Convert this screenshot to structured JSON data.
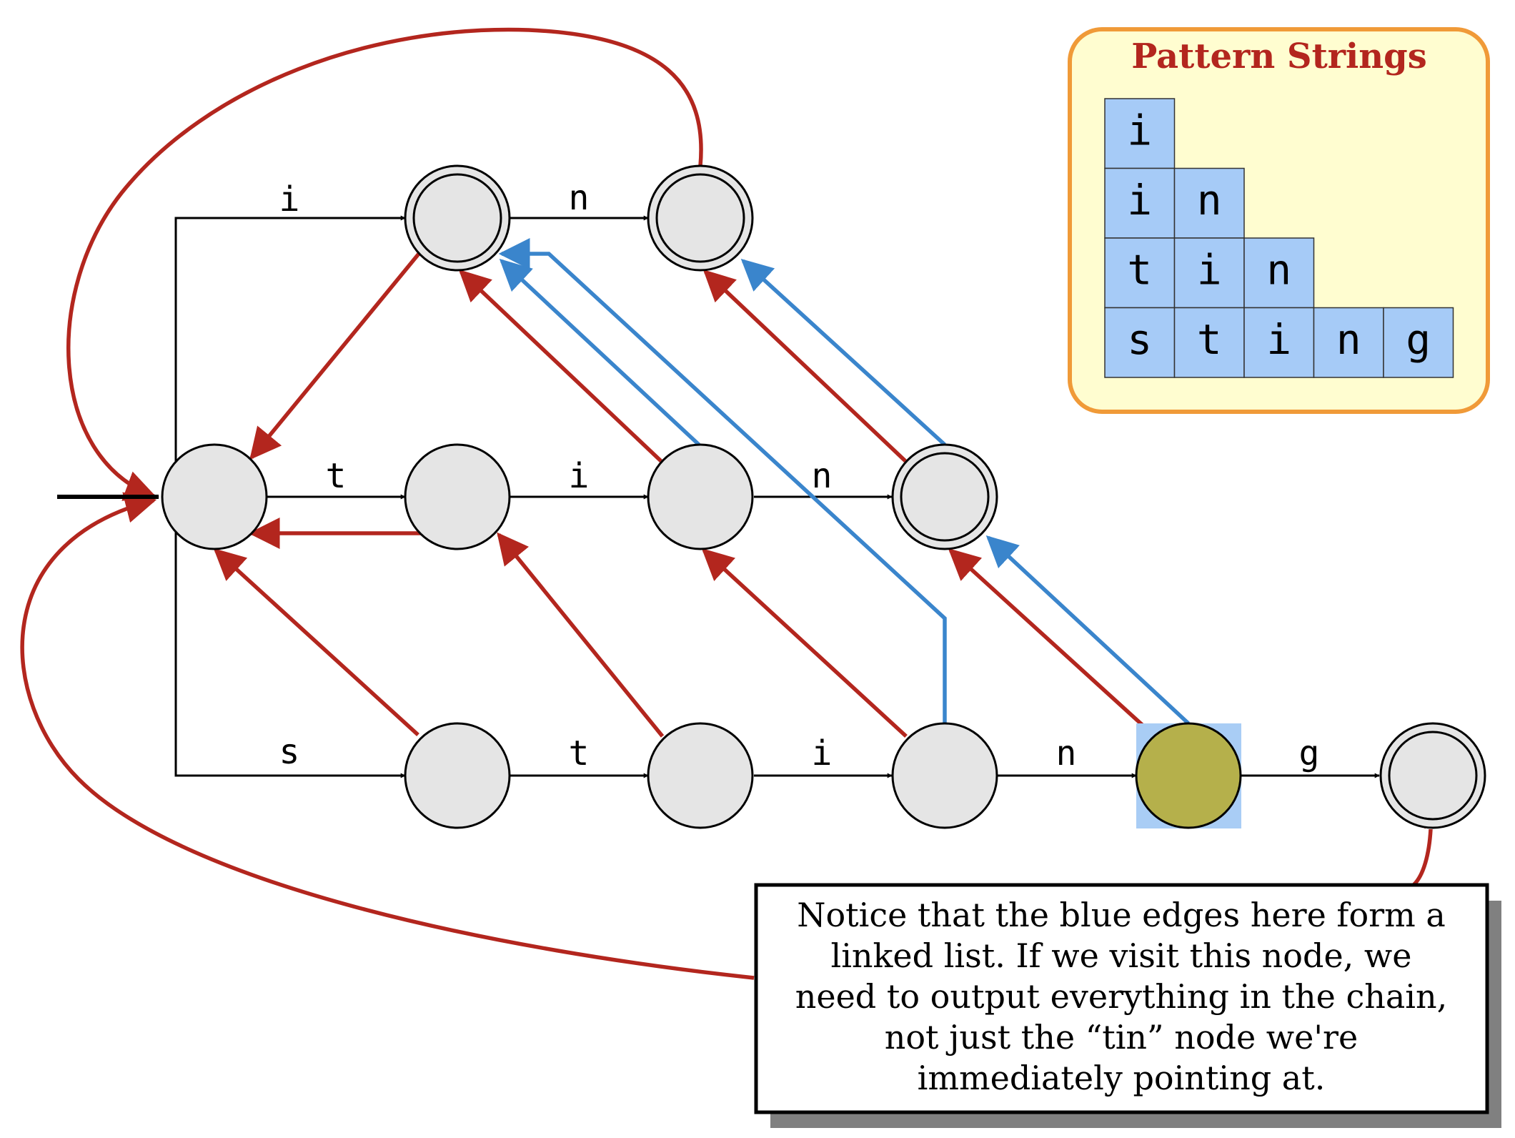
{
  "colors": {
    "node_fill": "#e5e5e5",
    "highlight_node_fill": "#b5b04b",
    "highlight_box": "#a9cdf5",
    "failure_edge": "#b3261e",
    "output_link": "#3a85cc",
    "trie_edge": "#000000",
    "panel_fill": "#fffdd0",
    "panel_border": "#f09a38",
    "panel_title": "#b3261e",
    "cell_fill": "#a6cbf7",
    "note_shadow": "#808080"
  },
  "edge_labels": {
    "root_i": "i",
    "i_n": "n",
    "root_t": "t",
    "t_i": "i",
    "ti_n": "n",
    "root_s": "s",
    "s_t": "t",
    "st_i": "i",
    "sti_n": "n",
    "stin_g": "g"
  },
  "pattern_panel": {
    "title": "Pattern Strings",
    "rows": [
      [
        "i"
      ],
      [
        "i",
        "n"
      ],
      [
        "t",
        "i",
        "n"
      ],
      [
        "s",
        "t",
        "i",
        "n",
        "g"
      ]
    ]
  },
  "note": {
    "lines": [
      "Notice that the blue edges here form a",
      "linked list. If we visit this node, we",
      "need to output everything in the chain,",
      "not just the “tin” node we're",
      "immediately pointing at."
    ]
  }
}
